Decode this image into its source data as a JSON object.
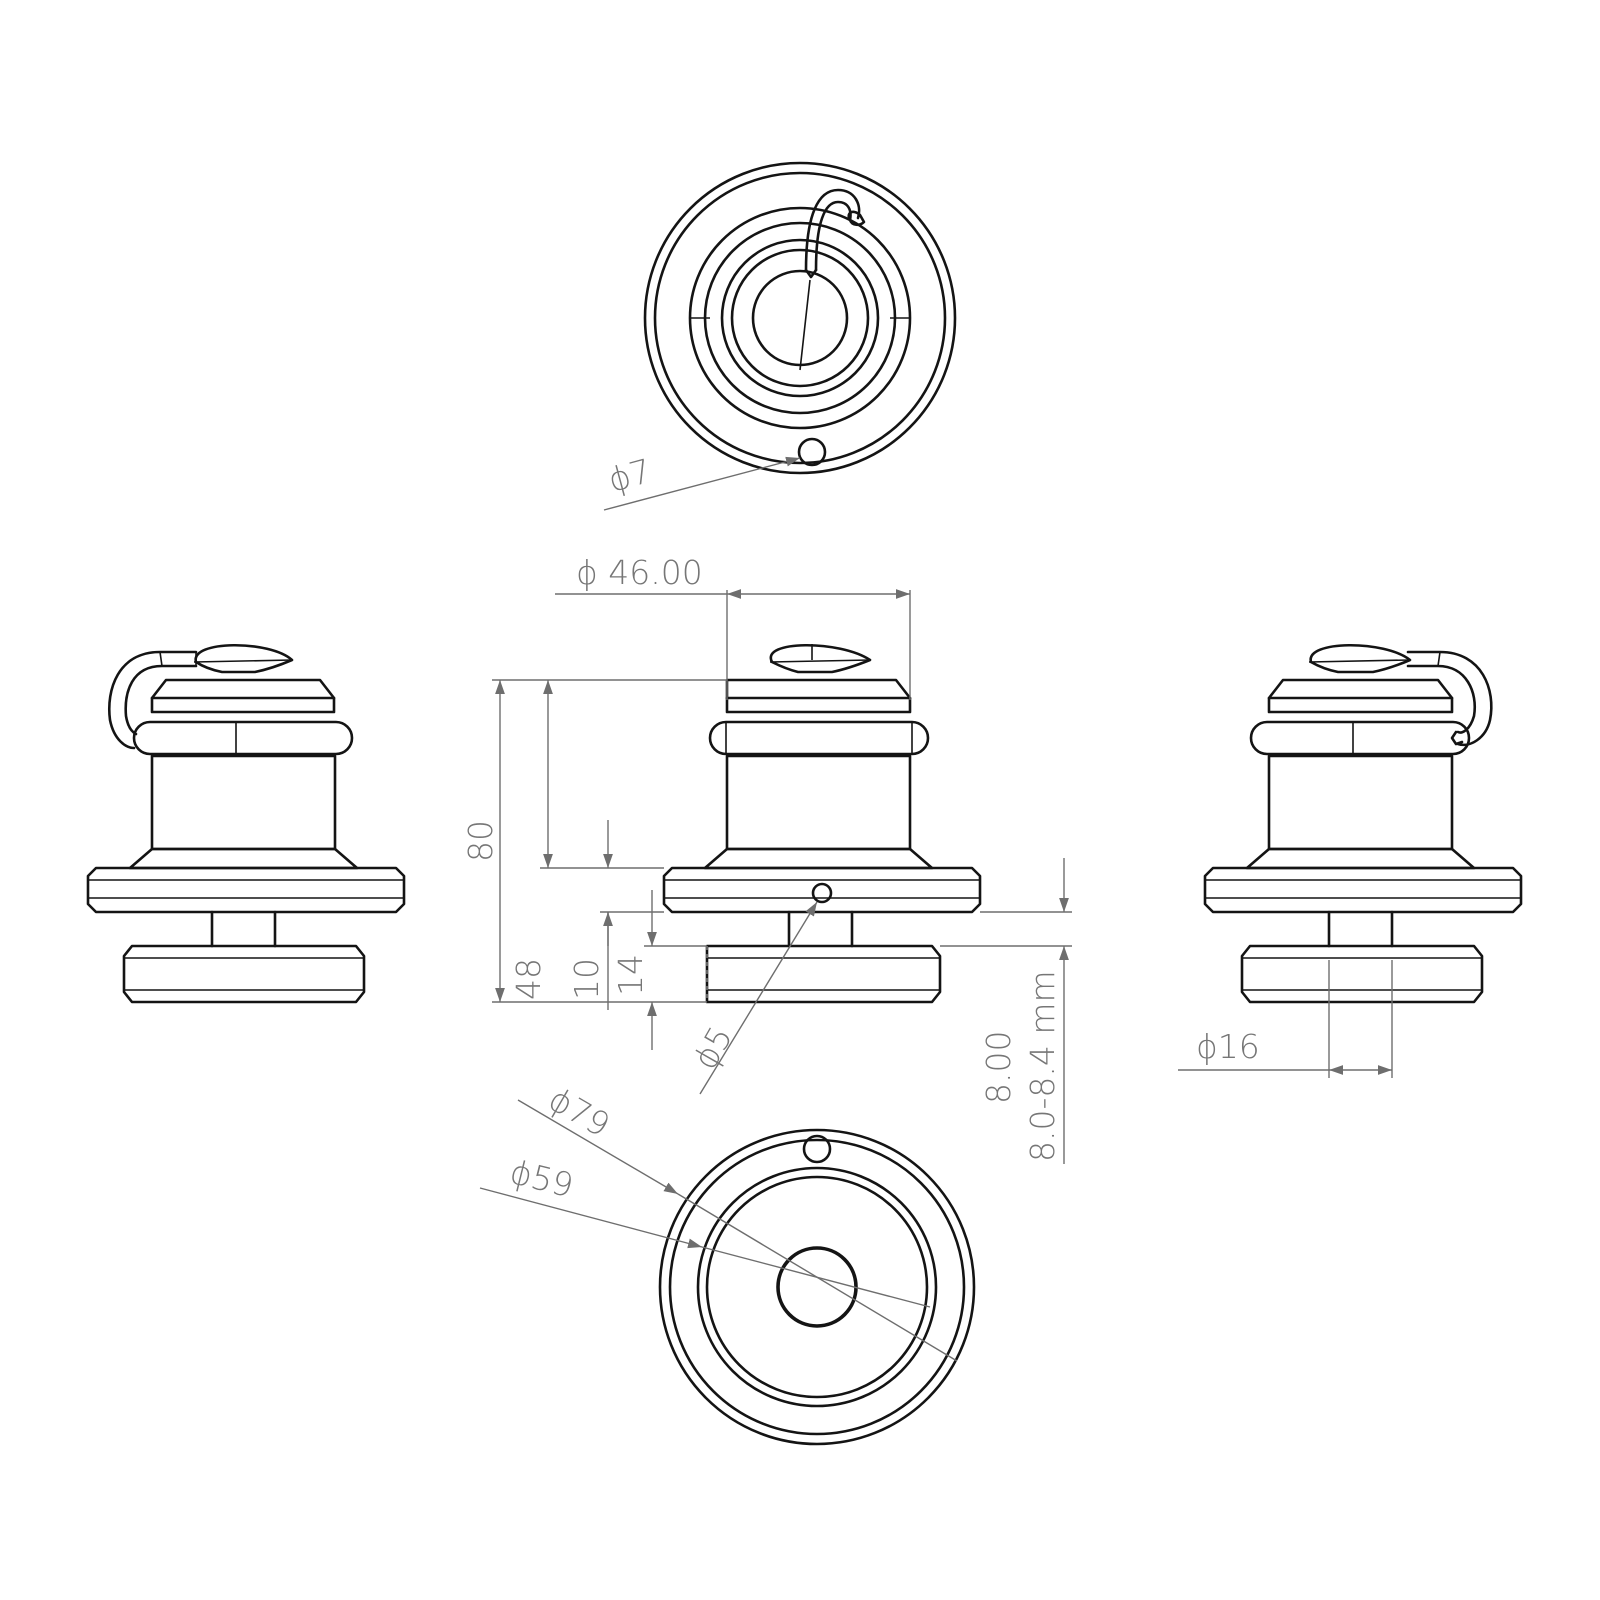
{
  "views": {
    "top": "top-view",
    "front": "front-view",
    "left": "left-side-view",
    "right": "right-side-view",
    "bottom": "bottom-view"
  },
  "dimensions": {
    "hole_top": "ϕ7",
    "body_diameter": "ϕ 46.00",
    "overall_height": "80",
    "height_48": "48",
    "height_10": "10",
    "height_14": "14",
    "pin_hole": "ϕ5",
    "groove_8": "8.00",
    "groove_range": "8.0-8.4 mm",
    "stem_diameter": "ϕ16",
    "outer_diameter": "ϕ79",
    "inner_diameter": "ϕ59"
  },
  "colors": {
    "line": "#141414",
    "dimension": "#6e6e6e",
    "text": "#767676"
  }
}
